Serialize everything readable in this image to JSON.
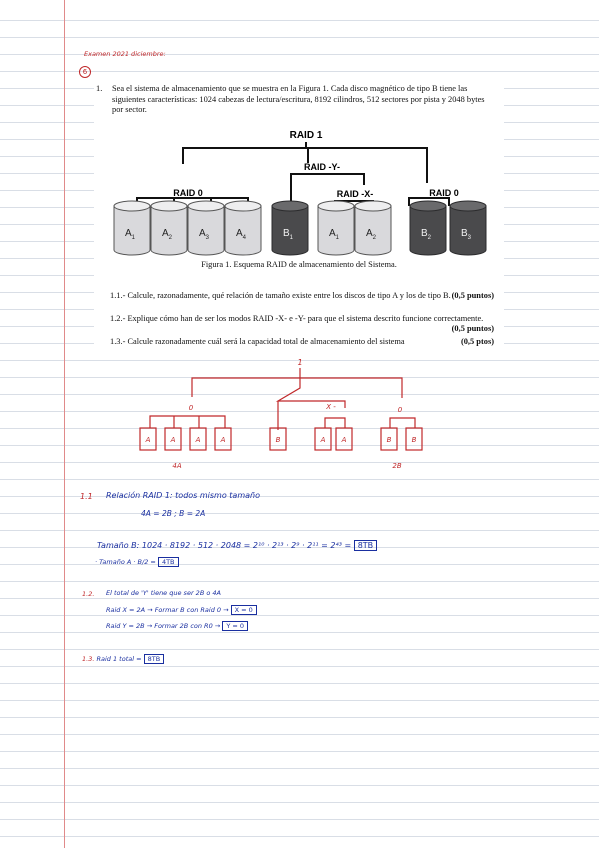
{
  "header": {
    "title": "Examen 2021 diciembre:",
    "item_mark": "6"
  },
  "question": {
    "number": "1.",
    "text": "Sea el sistema de almacenamiento que se muestra en la Figura 1. Cada disco magnético de tipo B tiene las siguientes características: 1024 cabezas de lectura/escritura, 8192 cilindros, 512 sectores por pista y 2048 bytes por sector."
  },
  "figure": {
    "raid1": "RAID 1",
    "raidY": "RAID -Y-",
    "raid0_left": "RAID 0",
    "raidX": "RAID -X-",
    "raid0_right": "RAID 0",
    "disks_left": [
      "A",
      "A",
      "A",
      "A"
    ],
    "disks_left_sub": [
      "1",
      "2",
      "3",
      "4"
    ],
    "disk_b1": "B",
    "disk_b1_sub": "1",
    "disks_mid": [
      "A",
      "A"
    ],
    "disks_mid_sub": [
      "1",
      "2"
    ],
    "disks_right": [
      "B",
      "B"
    ],
    "disks_right_sub": [
      "2",
      "3"
    ],
    "caption": "Figura 1. Esquema RAID de almacenamiento del Sistema."
  },
  "subquestions": [
    {
      "text": "1.1.- Calcule, razonadamente, qué relación de tamaño existe entre los discos de tipo A y los de tipo B.",
      "points": "(0,5 puntos)"
    },
    {
      "text": "1.2.- Explique cómo han de ser los modos RAID -X- e -Y- para que el sistema descrito funcione correctamente.",
      "points": "(0,5 puntos)"
    },
    {
      "text": "1.3.- Calcule razonadamente cuál será la capacidad total de almacenamiento del sistema",
      "points": "(0,5 ptos)"
    }
  ],
  "sketch": {
    "top": "1",
    "left": "0",
    "mid": "X -",
    "right": "0",
    "disks": [
      "A",
      "A",
      "A",
      "A",
      "B",
      "A",
      "A",
      "B",
      "B"
    ],
    "under_left": "4A",
    "under_right": "2B"
  },
  "answers": {
    "a11_label": "1.1",
    "a11_text": "Relación  RAID 1:  todos  mismo  tamaño",
    "a11_eq": "4A = 2B ;     B = 2A",
    "size_b_label": "Tamaño  B:",
    "size_b_expr": "1024 · 8192 · 512 · 2048  =  2¹⁰ · 2¹³ · 2⁹ · 2¹¹ = 2⁴³ =",
    "size_b_result": "8TB",
    "size_a_label": "· Tamaño  A ·",
    "size_a_expr": "B/2  =",
    "size_a_result": "4TB",
    "a12_label": "1.2.",
    "a12_text": "El total de 'Y' tiene que ser   2B o 4A",
    "a12_x": "Raid  X  =  2A  →   Formar B con   Raid 0  →",
    "a12_x_result": "X = 0",
    "a12_y": "Raid  Y  =  2B  →   Formar  2B   con   R0  →",
    "a12_y_result": "Y = 0",
    "a13_label": "1.3.",
    "a13_text": "Raid 1 total =",
    "a13_result": "8TB"
  }
}
